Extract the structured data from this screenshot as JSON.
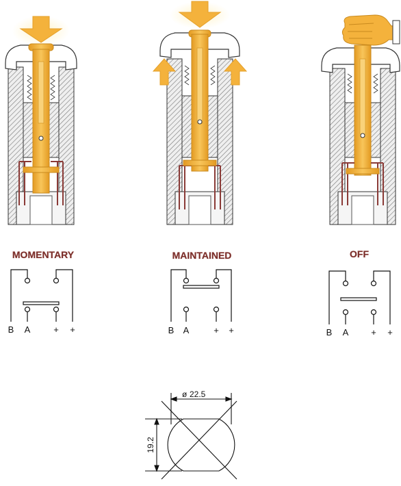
{
  "colors": {
    "title": "#7a2e2a",
    "title_shadow": "#d9b3ad",
    "plunger": "#f2b13a",
    "plunger_edge": "#c98a1e",
    "arrow": "#f4b23c",
    "housing": "#9a9a9a",
    "contact": "#8a3a36"
  },
  "icons": [
    "push-arrow-icon",
    "spring-return-arrow-icon",
    "pulling-hand-icon"
  ],
  "modes": [
    {
      "key": "momentary",
      "title": "MOMENTARY",
      "bridge_position": "lower",
      "terminals": [
        "B",
        "A",
        "+",
        "+"
      ]
    },
    {
      "key": "maintained",
      "title": "MAINTAINED",
      "bridge_position": "upper",
      "terminals": [
        "B",
        "A",
        "+",
        "+"
      ]
    },
    {
      "key": "off",
      "title": "OFF",
      "bridge_position": "middle",
      "terminals": [
        "B",
        "A",
        "+",
        "+"
      ]
    }
  ],
  "dimensions": {
    "diameter": "22.5",
    "flat_width": "19.2"
  }
}
